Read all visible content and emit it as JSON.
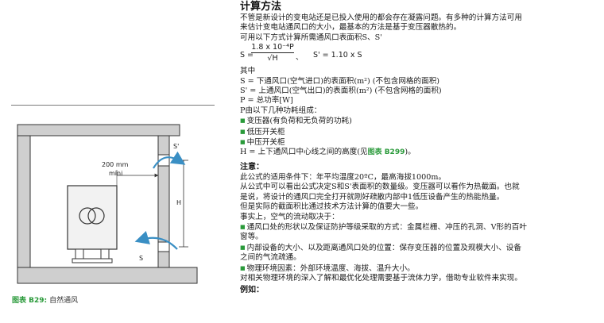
{
  "figure": {
    "caption_number": "图表 B29:",
    "caption_text": "自然通风",
    "labels": {
      "dim_200": "200 mm",
      "dim_mini": "mini",
      "s_prime": "S'",
      "h": "H",
      "s": "S"
    },
    "colors": {
      "wall": "#cfcfcf",
      "outline": "#333333",
      "arrow": "#3a8fc4",
      "accent_green": "#2a9a3a"
    }
  },
  "article": {
    "title": "计算方法",
    "intro": [
      "不管是新设计的变电站还是已投入使用的都会存在凝露问题。有多种的计算方法可用",
      "来估计变电站通风口的大小，最基本的方法是基于变压器散热的。",
      "可用以下方式计算所需通风口表面积S、S'"
    ],
    "formula": {
      "s_left": "S =",
      "numerator": "1.8 x 10⁻⁴P",
      "denominator": "√H",
      "separator": "、",
      "s_prime": "S' = 1.10 x S"
    },
    "where_label": "其中",
    "definitions": [
      "S = 下通风口(空气进口)的表面积(m²) (不包含网格的面积)",
      "S' = 上通风口(空气出口)的表面积(m²) (不包含网格的面积)",
      "P = 总功率[W]",
      "P由以下几种功耗组成："
    ],
    "loss_items": [
      "变压器(有负荷和无负荷的功耗)",
      "低压开关柜",
      "中压开关柜"
    ],
    "h_def_prefix": "H = 上下通风口中心线之间的高度(见",
    "h_def_ref": "图表 B299",
    "h_def_suffix": ")。",
    "note_title": "注意：",
    "note_lines": [
      "此公式的适用条件下：年平均温度20ºC，最高海拔1000m。",
      "从公式中可以看出公式决定S和S'表面积的数量级。变压器可以看作为热截面。也就",
      "是说，将设计的通风口完全打开就刚好疏散内部中1低压设备产生的热能热量。",
      "但是实际的截面积比通过技术方法计算的值要大一些。",
      "事实上，空气的流动取决于："
    ],
    "factor_items": [
      [
        "通风口处的形状以及保证防护等级采取的方式：金属栏栅、冲压的孔洞、V形的百叶",
        "窗等。"
      ],
      [
        "内部设备的大小、以及距离通风口处的位置：保存变压器的位置及规模大小、设备",
        "之间的气流疏通。"
      ],
      [
        "物理环境因素：外部环境温度、海拔、温升大小。"
      ]
    ],
    "closing": "对相关物理环境的深入了解和最优化处理需要基于流体力学，借助专业软件来实现。",
    "example_label": "例如："
  }
}
